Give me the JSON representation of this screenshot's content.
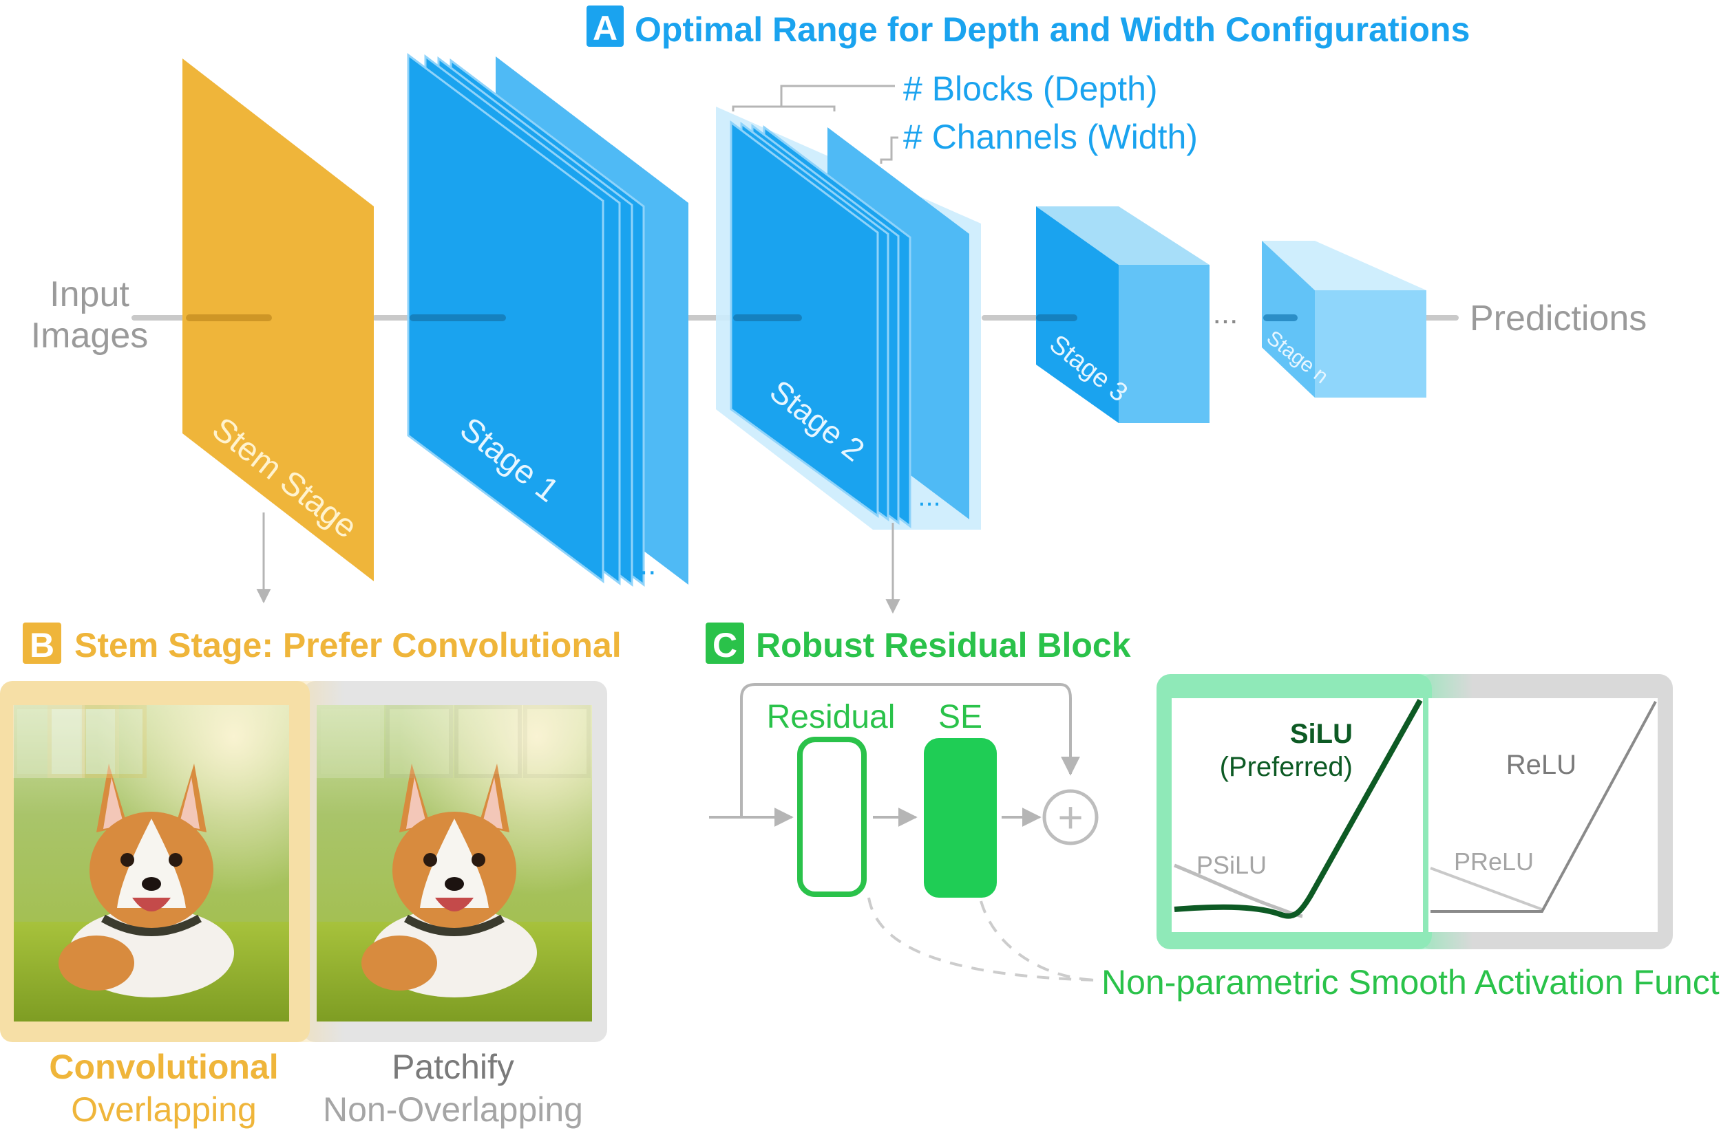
{
  "section_a": {
    "badge": "A",
    "title": "Optimal Range for Depth and Width Configurations",
    "blocks_label": "# Blocks (Depth)",
    "channels_label": "# Channels (Width)"
  },
  "pipeline": {
    "input_line1": "Input",
    "input_line2": "Images",
    "stem_label": "Stem Stage",
    "stage1_label": "Stage 1",
    "stage2_label": "Stage 2",
    "stage3_label": "Stage 3",
    "stagen_label": "Stage n",
    "ellipsis": "...",
    "output_label": "Predictions"
  },
  "section_b": {
    "badge": "B",
    "title": "Stem Stage: Prefer Convolutional",
    "conv_title": "Convolutional",
    "conv_sub": "Overlapping",
    "patch_title": "Patchify",
    "patch_sub": "Non-Overlapping"
  },
  "section_c": {
    "badge": "C",
    "title": "Robust Residual Block",
    "residual_label": "Residual",
    "se_label": "SE",
    "plus_symbol": "+",
    "silu_label": "SiLU",
    "silu_note": "(Preferred)",
    "psilu_label": "PSiLU",
    "relu_label": "ReLU",
    "prelu_label": "PReLU",
    "activation_caption": "Non-parametric Smooth Activation Functions"
  },
  "colors": {
    "blue": "#1aa3ef",
    "blue_dark": "#0a8fe0",
    "orange": "#efb53a",
    "green": "#2ac24a",
    "green_dark": "#0d5a24",
    "gray": "#8a8a8a"
  }
}
